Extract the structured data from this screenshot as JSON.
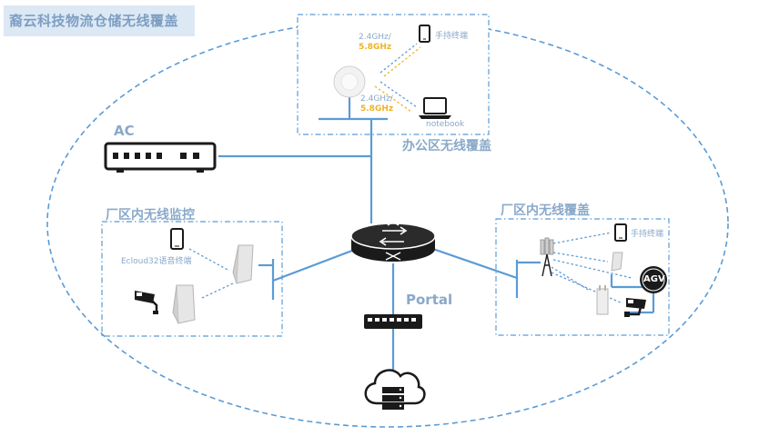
{
  "title": "裔云科技物流仓储无线覆盖",
  "ac_label": "AC",
  "portal_label": "Portal",
  "office": {
    "zone_label": "办公区无线覆盖",
    "freq_top_a": "2.4GHz/",
    "freq_top_b": "5.8GHz",
    "freq_bottom_a": "2.4GHz/",
    "freq_bottom_b": "5.8GHz",
    "handheld_label": "手持终端",
    "notebook_label": "notebook"
  },
  "monitor": {
    "zone_label": "厂区内无线监控",
    "phone_label": "Ecloud32语音终端"
  },
  "factory": {
    "zone_label": "厂区内无线覆盖",
    "handheld_label": "手持终端",
    "agv_label": "AGV"
  },
  "colors": {
    "line_blue": "#5b9bd5",
    "dashed_blue": "#5b9bd5",
    "label_blue": "#8aa9c9",
    "orange": "#f0b323",
    "dark": "#1a1a1a"
  }
}
